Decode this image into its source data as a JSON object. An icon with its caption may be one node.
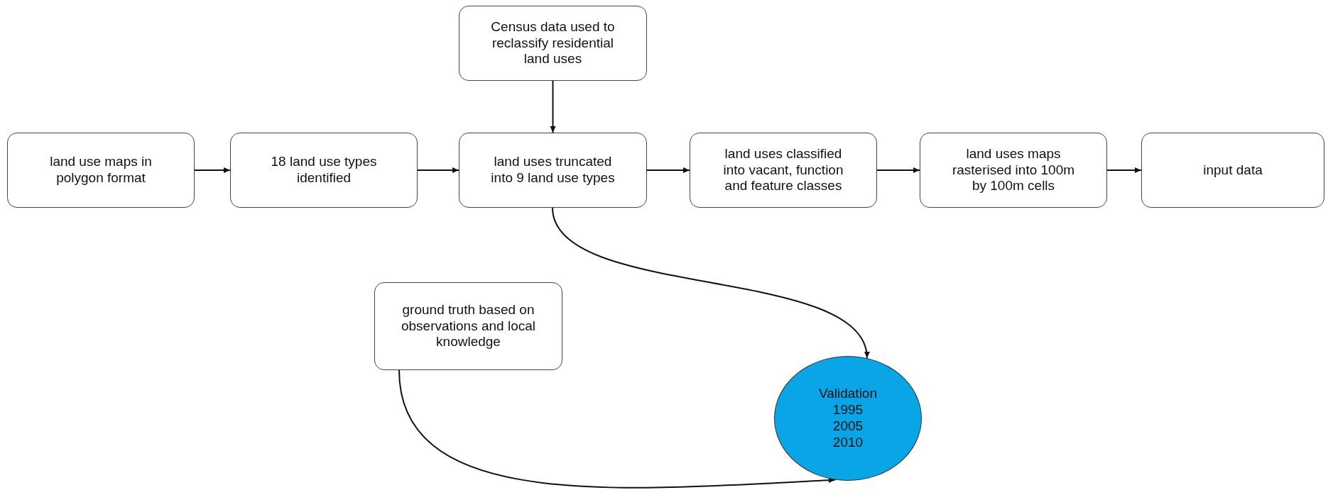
{
  "diagram": {
    "nodes": [
      {
        "text": [
          "land use maps in polygon format"
        ]
      },
      {
        "text": [
          "18 land use types identified"
        ]
      },
      {
        "text": [
          "land uses truncated into 9 land use types"
        ]
      },
      {
        "text": [
          "land uses classified into vacant, function and feature classes"
        ]
      },
      {
        "text": [
          "land uses maps rasterised into 100m by 100m cells"
        ]
      },
      {
        "text": [
          "input data"
        ]
      },
      {
        "text": [
          "Census data used to reclassify residential land uses"
        ]
      },
      {
        "text": [
          "ground truth based on observations and local knowledge"
        ]
      },
      {
        "text": [
          "Validation",
          "1995",
          "2005",
          "2010"
        ]
      }
    ],
    "edges": [
      {
        "from": 0,
        "to": 1,
        "arrow": "to"
      },
      {
        "from": 1,
        "to": 2,
        "arrow": "to"
      },
      {
        "from": 2,
        "to": 3,
        "arrow": "to"
      },
      {
        "from": 3,
        "to": 4,
        "arrow": "to"
      },
      {
        "from": 4,
        "to": 5,
        "arrow": "to"
      },
      {
        "from": 6,
        "to": 2,
        "arrow": "to"
      },
      {
        "from": 2,
        "to": 8,
        "arrow": "to"
      },
      {
        "from": 7,
        "to": 8,
        "arrow": "to"
      }
    ]
  }
}
